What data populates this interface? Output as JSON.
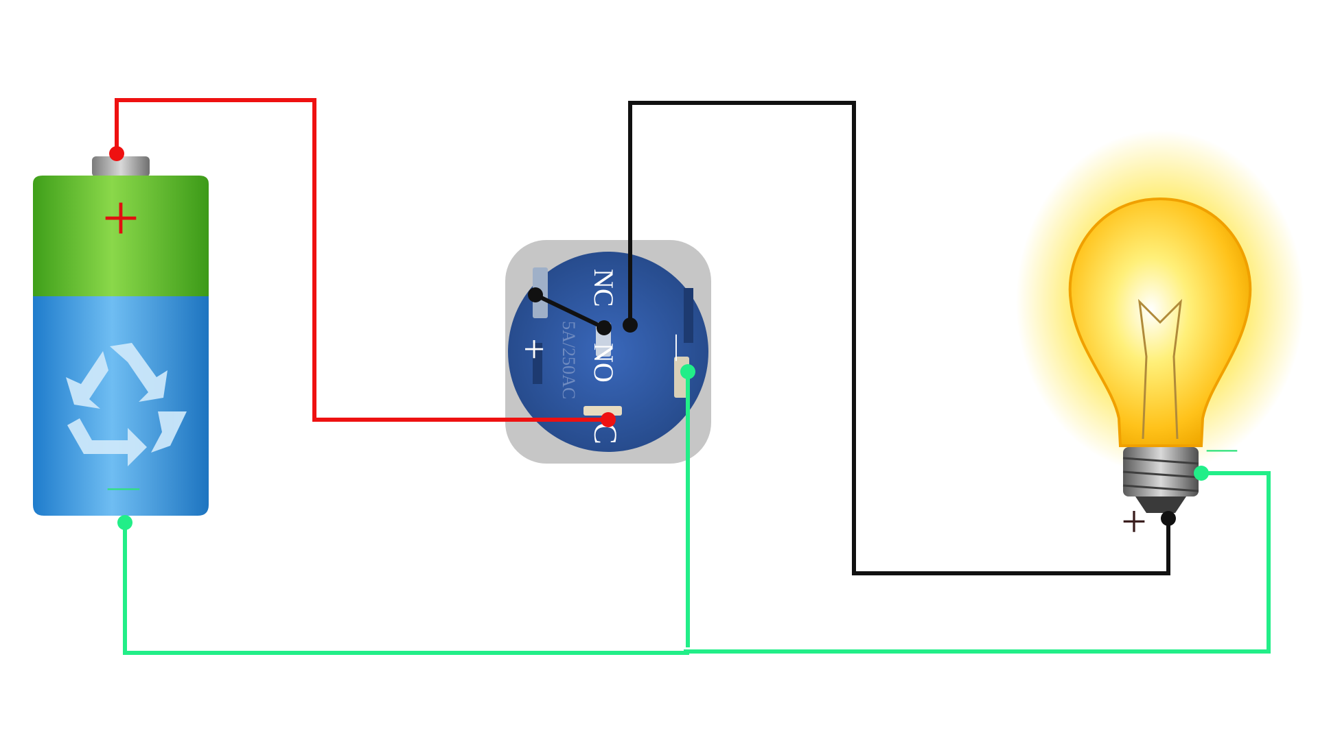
{
  "colors": {
    "positive_wire": "#ee1111",
    "negative_wire": "#22ee88",
    "signal_wire": "#111111",
    "battery_top": "#5cbf2a",
    "battery_body": "#3a9be0",
    "switch_body": "#2f5aa8",
    "bulb_glow": "#ffe23a"
  },
  "battery": {
    "plus_symbol": "+",
    "minus_symbol": "—",
    "recycle_icon": "recycle-icon"
  },
  "switch": {
    "label_nc": "NC",
    "label_no": "NO",
    "label_c": "C",
    "label_plus": "+",
    "label_minus": "—",
    "rating": "5A/250AC"
  },
  "bulb": {
    "plus_symbol": "+",
    "minus_symbol": "—"
  }
}
